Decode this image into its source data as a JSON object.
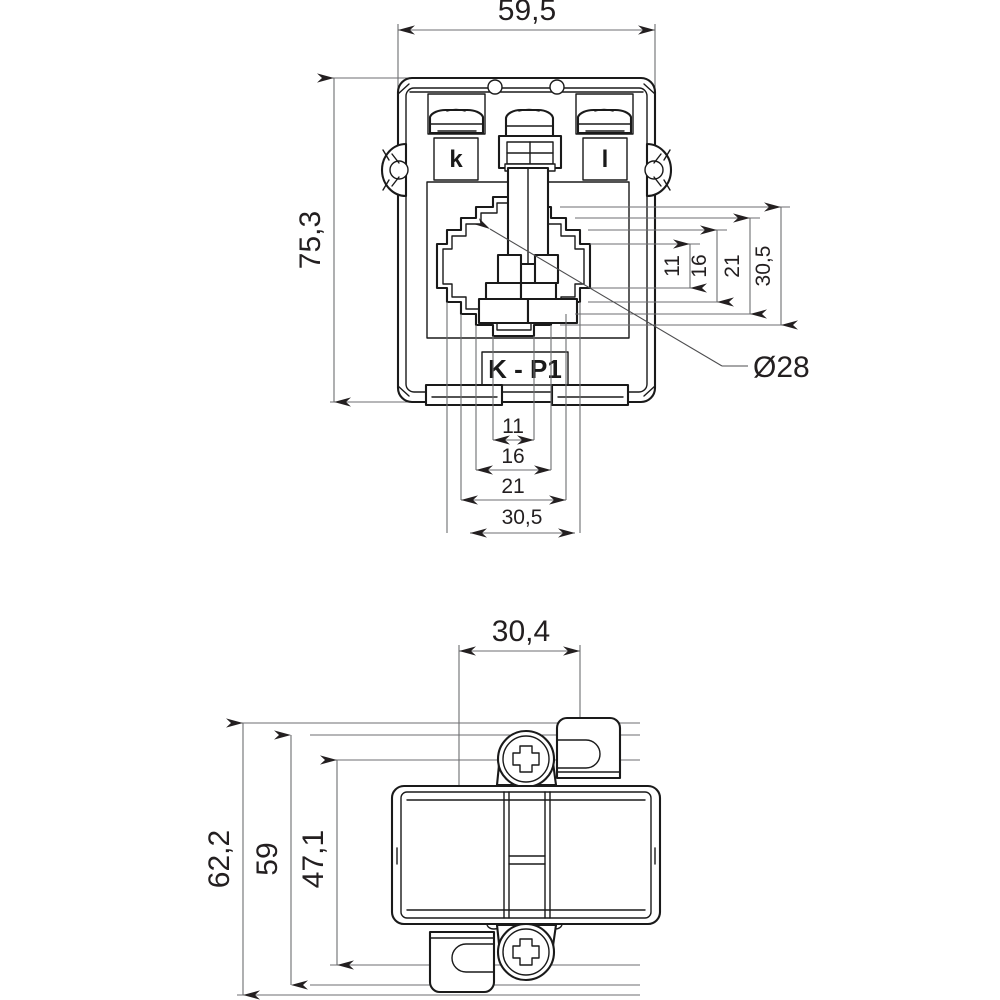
{
  "drawing": {
    "title": "Current transformer dimensional drawing",
    "units": "mm",
    "line_color": "#1a1a1a",
    "dim_color": "#6d6e71"
  },
  "front_view": {
    "name": "front-view",
    "labels": {
      "terminal_k": "k",
      "terminal_l": "l",
      "primary_marking": "K - P1"
    },
    "dimensions": {
      "overall_width": "59,5",
      "overall_height": "75,3",
      "bore_diameter": "Ø28",
      "horizontal_steps": [
        "11",
        "16",
        "21",
        "30,5"
      ],
      "vertical_steps": [
        "11",
        "16",
        "21",
        "30,5"
      ]
    }
  },
  "side_view": {
    "name": "side-view",
    "dimensions": {
      "depth_top": "30,4",
      "height_overall": "62,2",
      "height_body_plus_tab": "59",
      "height_body": "47,1"
    }
  },
  "dimension_list": [
    {
      "id": "width-595",
      "value": "59,5",
      "view": "front",
      "orientation": "horizontal"
    },
    {
      "id": "height-753",
      "value": "75,3",
      "view": "front",
      "orientation": "vertical"
    },
    {
      "id": "bore-d28",
      "value": "Ø28",
      "view": "front",
      "orientation": "leader"
    },
    {
      "id": "v-11",
      "value": "11",
      "view": "front",
      "orientation": "vertical"
    },
    {
      "id": "v-16",
      "value": "16",
      "view": "front",
      "orientation": "vertical"
    },
    {
      "id": "v-21",
      "value": "21",
      "view": "front",
      "orientation": "vertical"
    },
    {
      "id": "v-305",
      "value": "30,5",
      "view": "front",
      "orientation": "vertical"
    },
    {
      "id": "h-11",
      "value": "11",
      "view": "front",
      "orientation": "horizontal"
    },
    {
      "id": "h-16",
      "value": "16",
      "view": "front",
      "orientation": "horizontal"
    },
    {
      "id": "h-21",
      "value": "21",
      "view": "front",
      "orientation": "horizontal"
    },
    {
      "id": "h-305",
      "value": "30,5",
      "view": "front",
      "orientation": "horizontal"
    },
    {
      "id": "depth-304",
      "value": "30,4",
      "view": "side",
      "orientation": "horizontal"
    },
    {
      "id": "height-622",
      "value": "62,2",
      "view": "side",
      "orientation": "vertical"
    },
    {
      "id": "height-59",
      "value": "59",
      "view": "side",
      "orientation": "vertical"
    },
    {
      "id": "height-471",
      "value": "47,1",
      "view": "side",
      "orientation": "vertical"
    }
  ]
}
